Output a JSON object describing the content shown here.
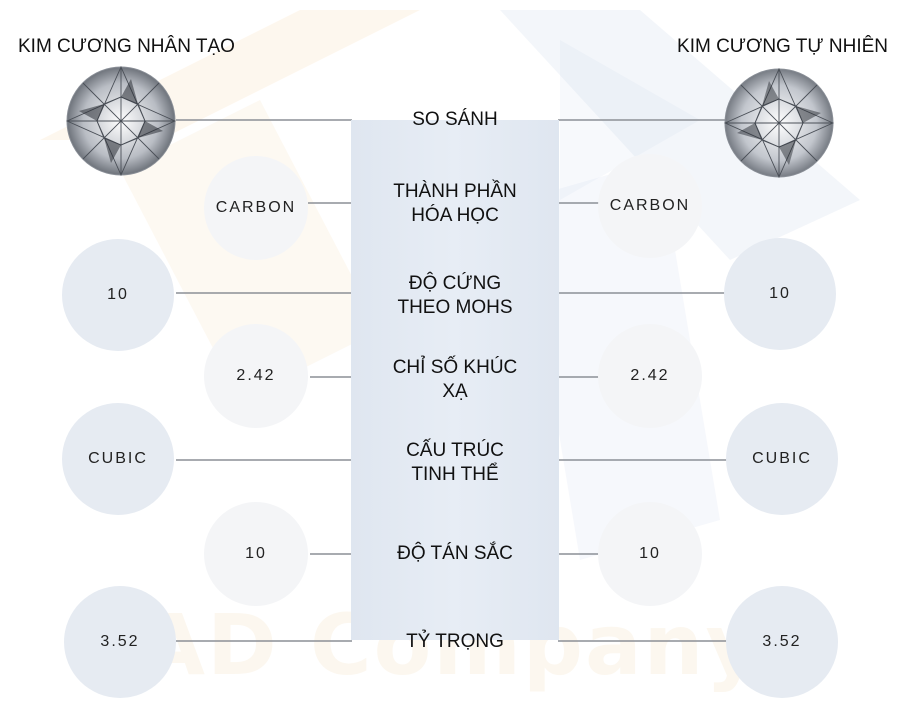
{
  "titles": {
    "left": "KIM CƯƠNG NHÂN TẠO",
    "right": "KIM CƯƠNG TỰ NHIÊN"
  },
  "icons": {
    "left_image": "round-brilliant-diamond",
    "right_image": "round-brilliant-diamond"
  },
  "watermark": {
    "text": "AD Company",
    "logo": "ad-company-logo"
  },
  "colors": {
    "center_column": "#e2e8f1",
    "outer_bubble": "#e6ebf2",
    "inner_bubble": "#f4f5f7",
    "connector": "#8b8f96"
  },
  "rows": [
    {
      "label": "SO SÁNH",
      "left": "",
      "right": ""
    },
    {
      "label": "THÀNH PHẦN HÓA HỌC",
      "left": "CARBON",
      "right": "CARBON"
    },
    {
      "label": "ĐỘ CỨNG THEO MOHS",
      "left": "10",
      "right": "10"
    },
    {
      "label": "CHỈ SỐ KHÚC XẠ",
      "left": "2.42",
      "right": "2.42"
    },
    {
      "label": "CẤU TRÚC TINH THỂ",
      "left": "CUBIC",
      "right": "CUBIC"
    },
    {
      "label": "ĐỘ TÁN SẮC",
      "left": "10",
      "right": "10"
    },
    {
      "label": "TỶ TRỌNG",
      "left": "3.52",
      "right": "3.52"
    }
  ]
}
